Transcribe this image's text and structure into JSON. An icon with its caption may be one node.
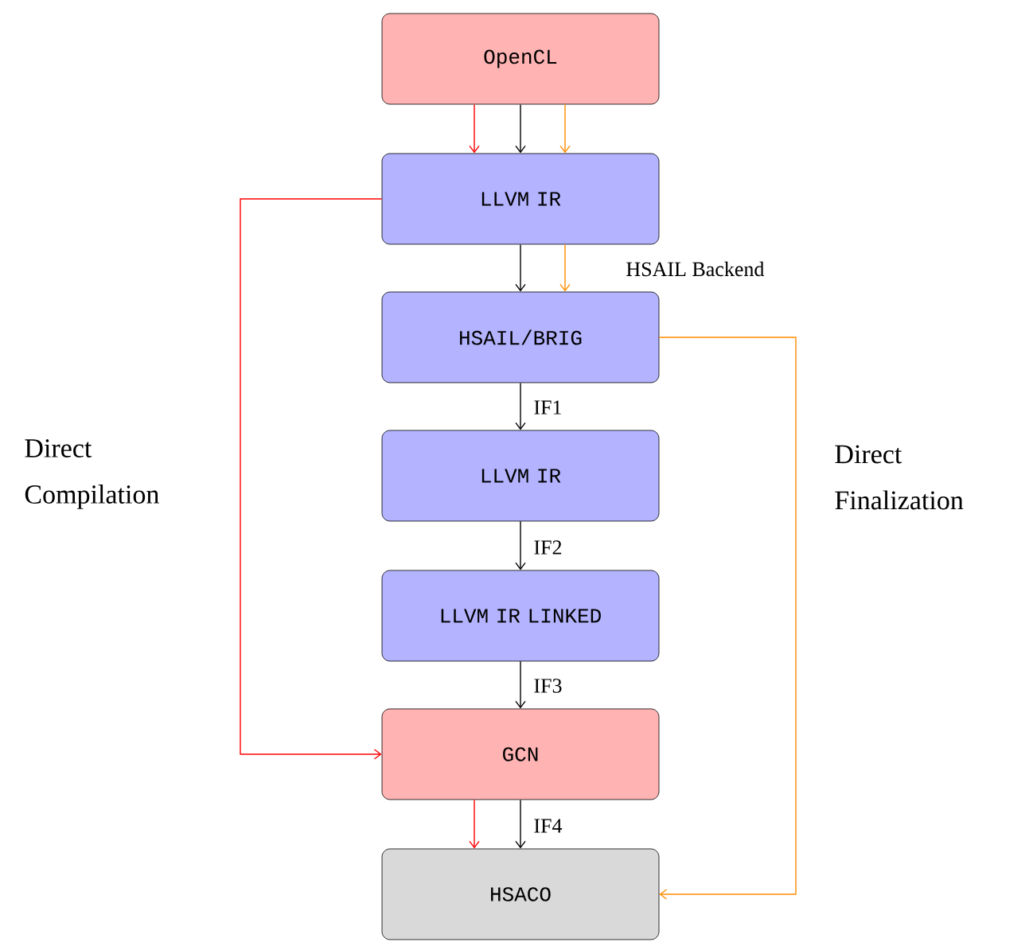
{
  "diagram": {
    "nodes": [
      {
        "text": [
          "OpenCL"
        ]
      },
      {
        "text": [
          "LLVM IR"
        ]
      },
      {
        "text": [
          "HSAIL/BRIG"
        ]
      },
      {
        "text": [
          "LLVM IR"
        ]
      },
      {
        "text": [
          "LLVM IR LINKED"
        ]
      },
      {
        "text": [
          "GCN"
        ]
      },
      {
        "text": [
          "HSACO"
        ]
      }
    ],
    "edges": [
      {
        "from": 0,
        "to": 1,
        "arrow": "to",
        "color": "#ff0000"
      },
      {
        "from": 0,
        "to": 1,
        "arrow": "to"
      },
      {
        "from": 0,
        "to": 1,
        "arrow": "to",
        "color": "#ff8c00"
      },
      {
        "from": 1,
        "to": 2,
        "arrow": "to"
      },
      {
        "from": 1,
        "to": 2,
        "arrow": "to",
        "color": "#ff8c00",
        "label": "HSAIL Backend"
      },
      {
        "from": 2,
        "to": 3,
        "arrow": "to",
        "label": "IF1"
      },
      {
        "from": 3,
        "to": 4,
        "arrow": "to",
        "label": "IF2"
      },
      {
        "from": 4,
        "to": 5,
        "arrow": "to",
        "label": "IF3"
      },
      {
        "from": 5,
        "to": 6,
        "arrow": "to",
        "color": "#ff0000"
      },
      {
        "from": 5,
        "to": 6,
        "arrow": "to",
        "label": "IF4"
      },
      {
        "from": 1,
        "to": 5,
        "arrow": "to",
        "color": "#ff0000",
        "label": "Direct Compilation"
      },
      {
        "from": 2,
        "to": 6,
        "arrow": "to",
        "color": "#ff8c00",
        "label": "Direct Finalization"
      }
    ]
  }
}
